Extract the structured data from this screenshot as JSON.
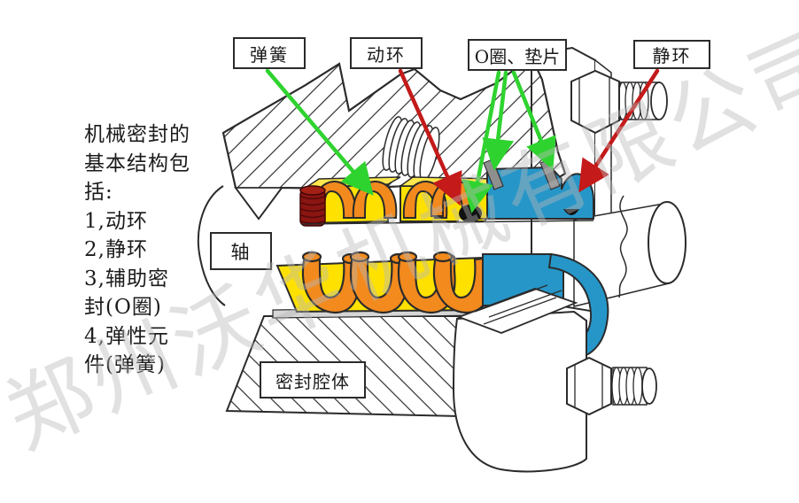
{
  "note": {
    "lines": [
      "机械密封的",
      "基本结构包",
      "括:",
      "1,动环",
      "2,静环",
      "3,辅助密",
      "封(O圈)",
      "4,弹性元",
      "件(弹簧)"
    ]
  },
  "labels": {
    "spring": "弹簧",
    "rotating_ring": "动环",
    "oring_gasket": "O圈、垫片",
    "stationary_ring": "静环",
    "shaft": "轴",
    "seal_chamber": "密封腔体"
  },
  "watermark": "郑州沃华机械有限公司",
  "colors": {
    "yellow": "#FFE100",
    "yellow_light": "#FFE84D",
    "orange": "#F28A1E",
    "blue": "#2696C8",
    "dark_red": "#8B1511",
    "gasket_gray": "#8F8F8F",
    "green_arrow": "#2FD32F",
    "red_arrow": "#C41A1A",
    "outline": "#1A1A1A",
    "watermark_gray": "#B9B9B9"
  }
}
